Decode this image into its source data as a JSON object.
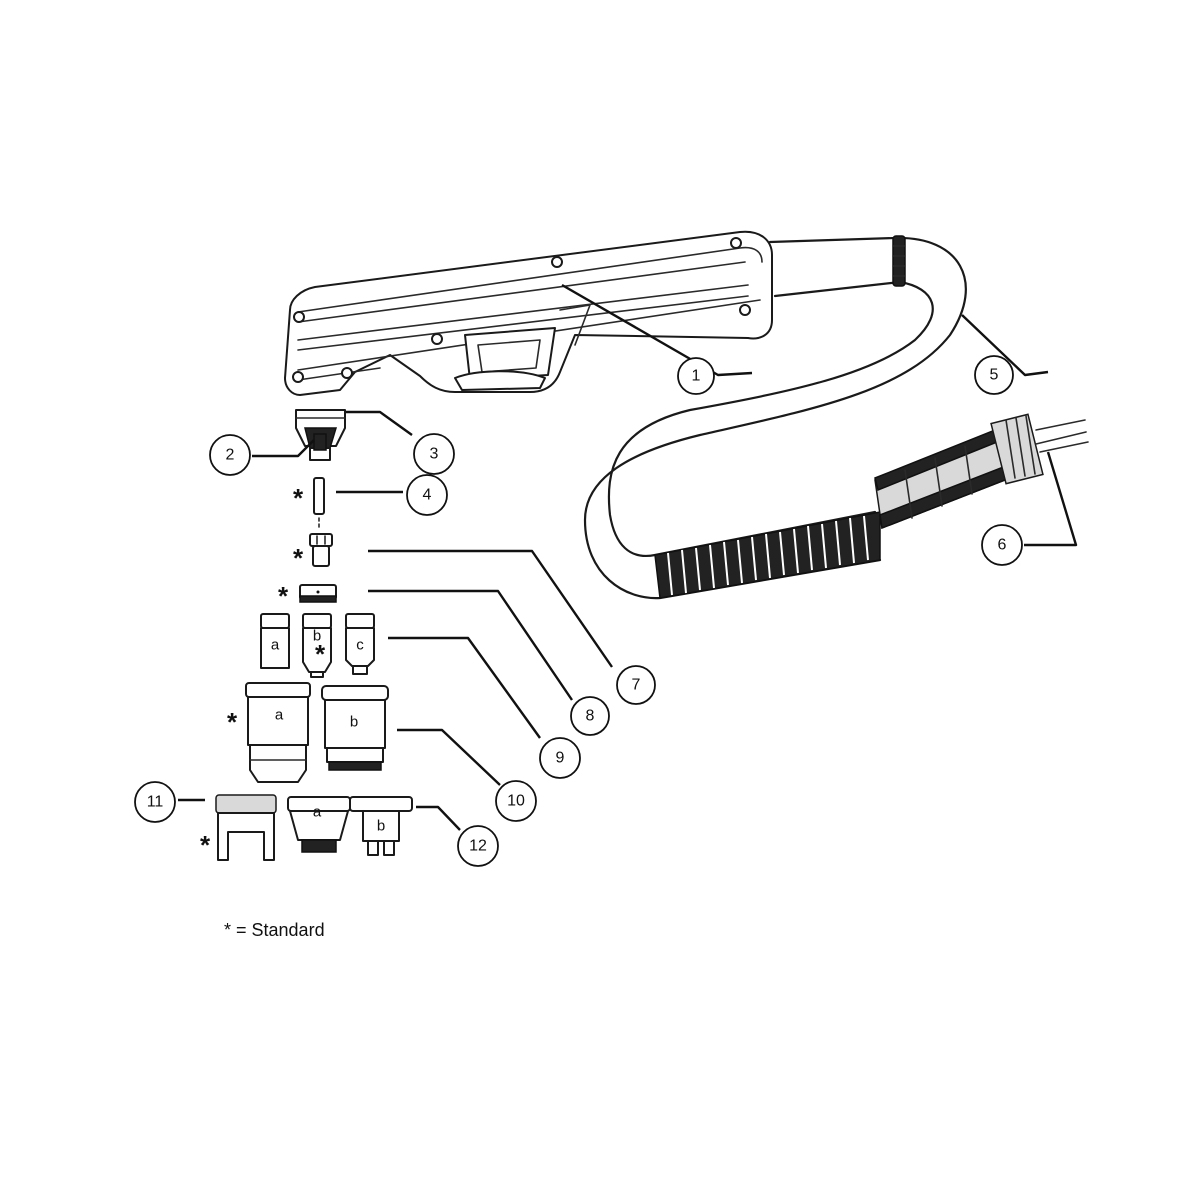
{
  "callouts": {
    "c1": "1",
    "c2": "2",
    "c3": "3",
    "c4": "4",
    "c5": "5",
    "c6": "6",
    "c7": "7",
    "c8": "8",
    "c9": "9",
    "c10": "10",
    "c11": "11",
    "c12": "12"
  },
  "variants": {
    "p9a": "a",
    "p9b": "b",
    "p9c": "c",
    "p10a": "a",
    "p10b": "b",
    "p12a": "a",
    "p12b": "b"
  },
  "standard_marker": "*",
  "legend": {
    "text": "* = Standard"
  }
}
